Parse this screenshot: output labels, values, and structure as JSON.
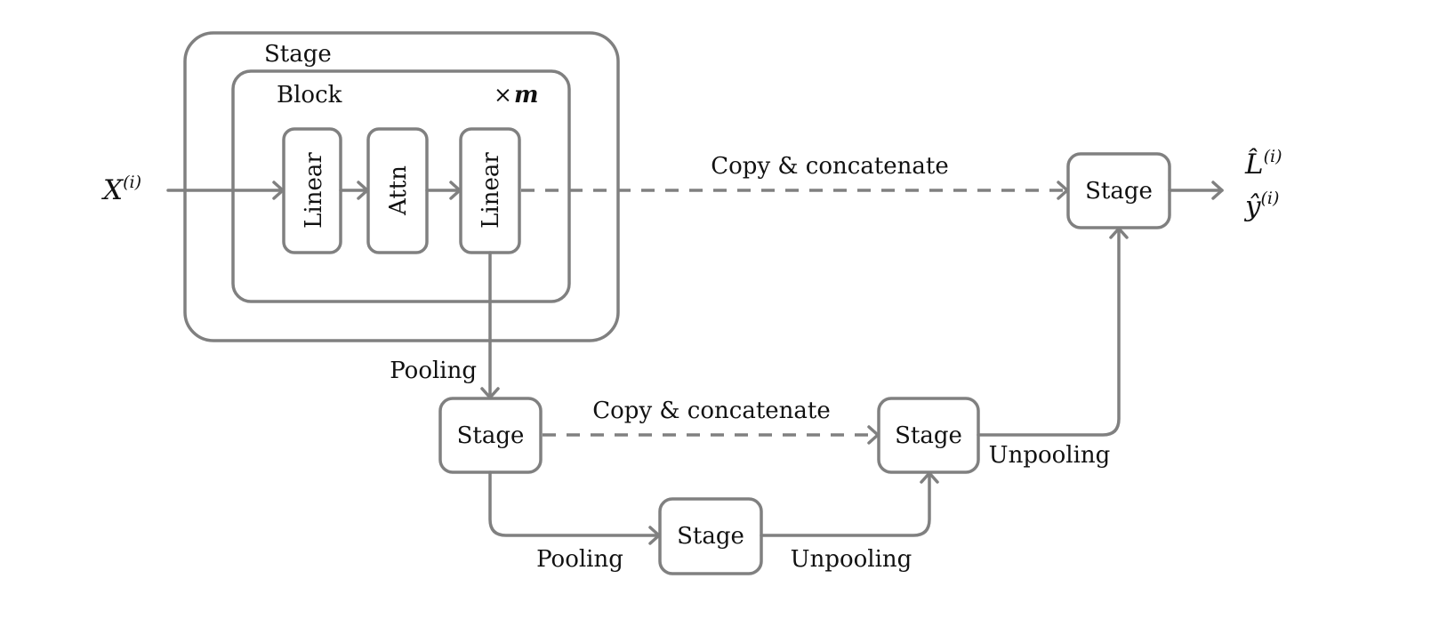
{
  "nodes": {
    "outer_stage_label": "Stage",
    "block_label": "Block",
    "repeat": {
      "symbol": "×",
      "var": "m"
    },
    "linear1": "Linear",
    "attn": "Attn",
    "linear2": "Linear",
    "stage_level2_left": "Stage",
    "stage_level3": "Stage",
    "stage_level2_right": "Stage",
    "stage_output": "Stage"
  },
  "edges": {
    "copy_top": "Copy & concatenate",
    "copy_mid": "Copy & concatenate",
    "pool1": "Pooling",
    "pool2": "Pooling",
    "unpool1": "Unpooling",
    "unpool2": "Unpooling"
  },
  "input": {
    "base": "X",
    "sup": "(i)"
  },
  "outputs": [
    {
      "base": "L̂",
      "sup": "(i)"
    },
    {
      "base": "ŷ",
      "sup": "(i)"
    }
  ],
  "colors": {
    "stroke": "#808080",
    "text": "#111111"
  }
}
